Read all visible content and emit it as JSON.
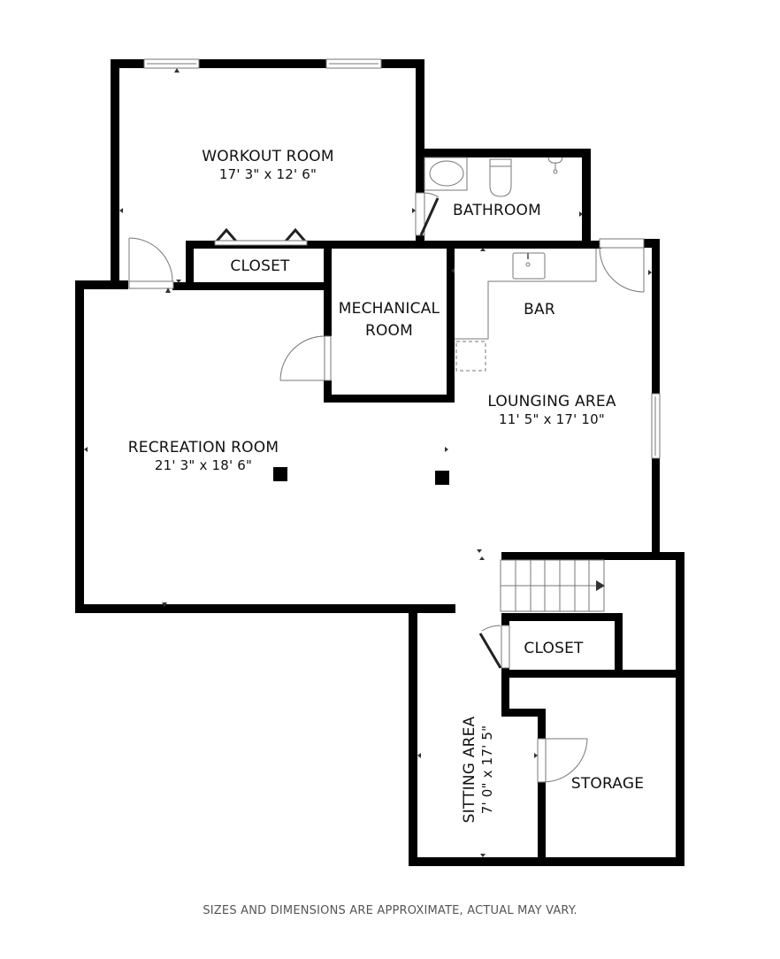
{
  "floorplan": {
    "rooms": [
      {
        "id": "workout-room",
        "name": "WORKOUT ROOM",
        "dims": "17' 3\" x 12' 6\""
      },
      {
        "id": "bathroom",
        "name": "BATHROOM",
        "dims": ""
      },
      {
        "id": "closet-upper",
        "name": "CLOSET",
        "dims": ""
      },
      {
        "id": "mechanical-room",
        "name": "MECHANICAL ROOM",
        "name_line1": "MECHANICAL",
        "name_line2": "ROOM",
        "dims": ""
      },
      {
        "id": "bar",
        "name": "BAR",
        "dims": ""
      },
      {
        "id": "lounging-area",
        "name": "LOUNGING AREA",
        "dims": "11' 5\" x 17' 10\""
      },
      {
        "id": "recreation-room",
        "name": "RECREATION ROOM",
        "dims": "21' 3\" x 18' 6\""
      },
      {
        "id": "closet-lower",
        "name": "CLOSET",
        "dims": ""
      },
      {
        "id": "sitting-area",
        "name": "SITTING AREA",
        "dims": "7' 0\" x 17' 5\""
      },
      {
        "id": "storage",
        "name": "STORAGE",
        "dims": ""
      }
    ],
    "colors": {
      "wall": "#000000",
      "fixture": "#777777",
      "background": "#ffffff",
      "disclaimer": "#555555"
    }
  },
  "footer": {
    "disclaimer": "SIZES AND DIMENSIONS ARE APPROXIMATE, ACTUAL MAY VARY."
  }
}
